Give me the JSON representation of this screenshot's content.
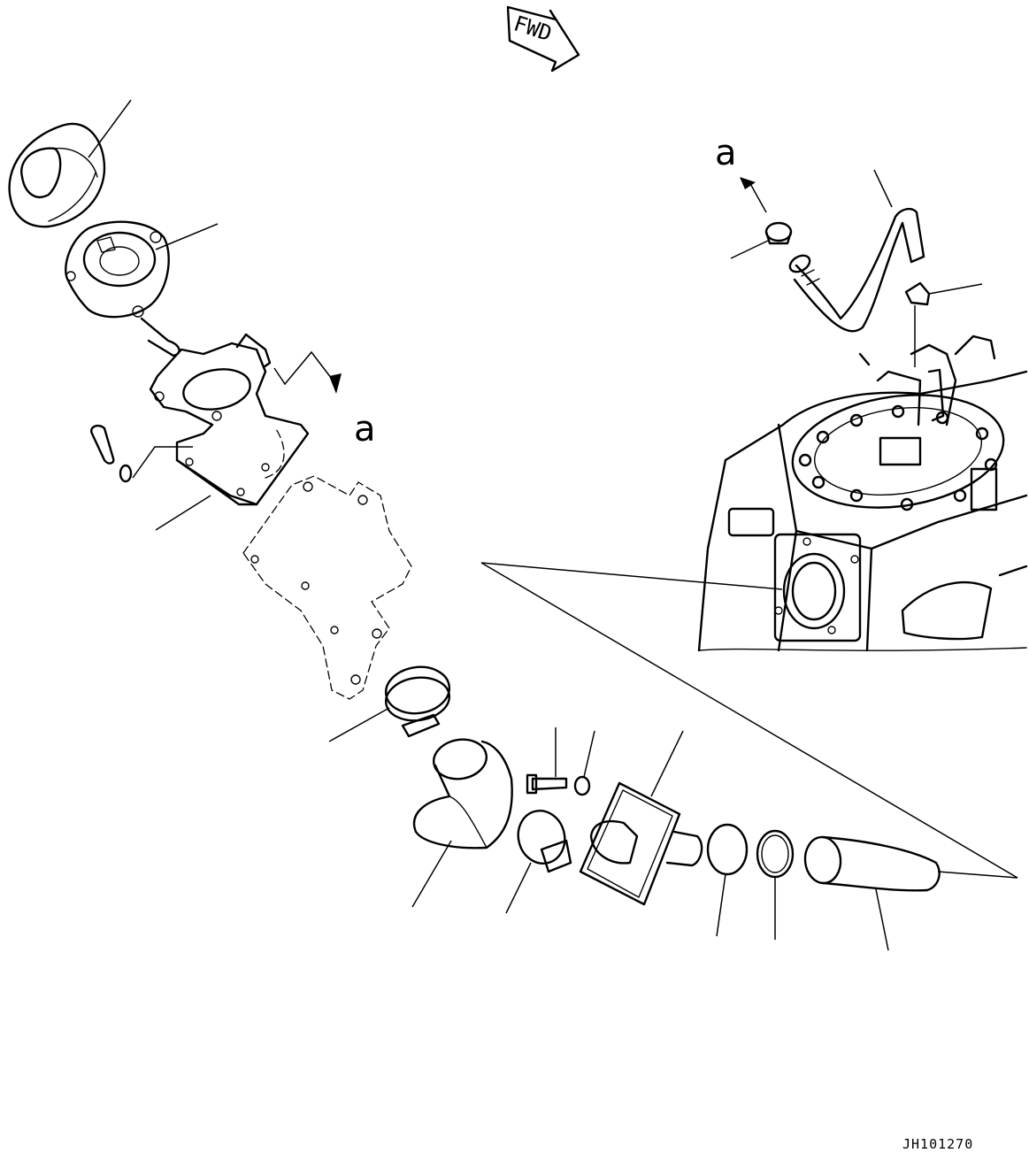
{
  "diagram": {
    "forward_marker": "FWD",
    "view_reference_label": "a",
    "drawing_code": "JH101270"
  }
}
